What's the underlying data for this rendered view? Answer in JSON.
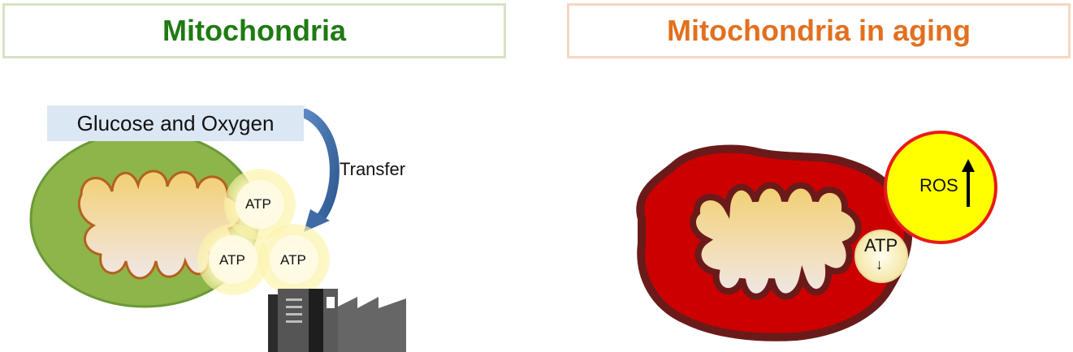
{
  "left_panel": {
    "title": "Mitochondria",
    "input_label": "Glucose and Oxygen",
    "arrow_label": "Transfer",
    "atp_labels": [
      "ATP",
      "ATP",
      "ATP"
    ]
  },
  "right_panel": {
    "title": "Mitochondria in aging",
    "atp_label": "ATP",
    "atp_trend": "↓",
    "ros_label": "ROS",
    "ros_trend": "↑"
  },
  "colors": {
    "left_title": "#1f7a12",
    "right_title": "#e2701f",
    "healthy_outer": "#8db54a",
    "aged_outer": "#cc0000",
    "aged_border": "#6b1a1a",
    "cristae_fill": "#f3d58c",
    "ros_fill": "#ffff00",
    "transfer_arrow": "#3f6aa5"
  }
}
